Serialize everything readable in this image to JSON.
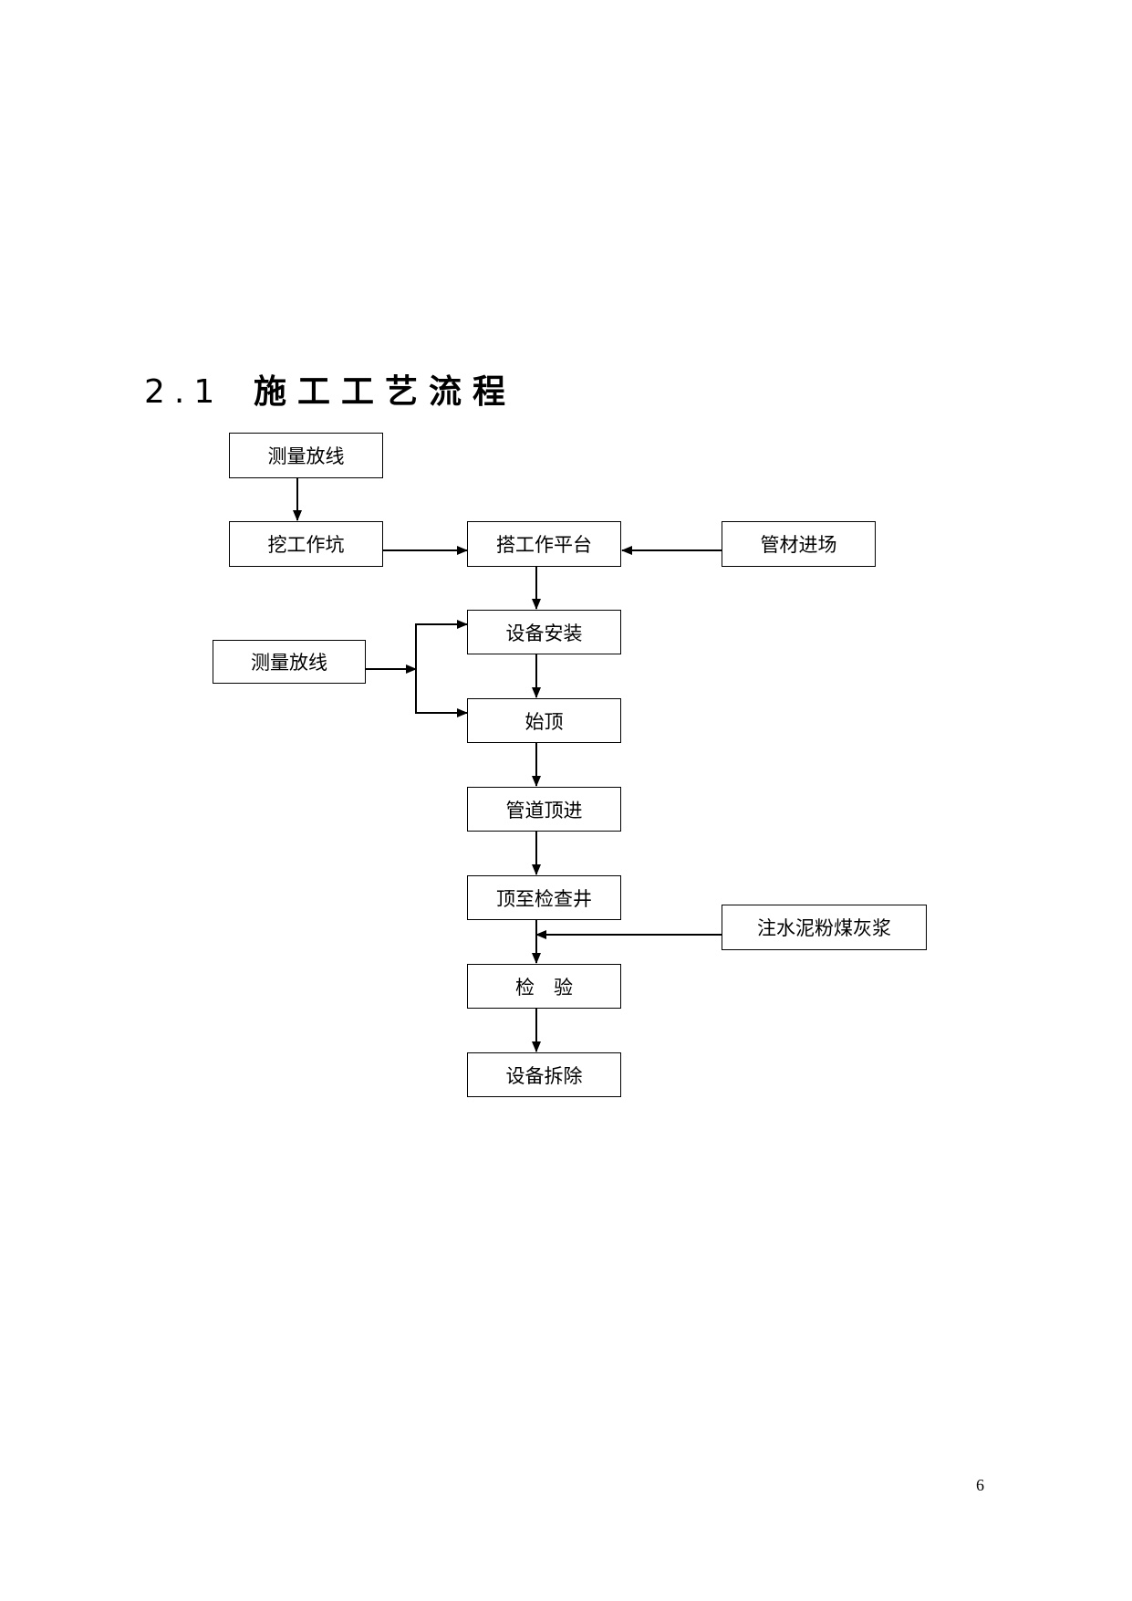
{
  "section": {
    "number": "2.1",
    "title": "施工工艺流程"
  },
  "flowchart": {
    "nodes": {
      "survey_top": "测量放线",
      "dig_pit": "挖工作坑",
      "platform": "搭工作平台",
      "pipe_arrival": "管材进场",
      "install": "设备安装",
      "survey_left": "测量放线",
      "start_jack": "始顶",
      "pipe_jacking": "管道顶进",
      "to_manhole": "顶至检查井",
      "grout": "注水泥粉煤灰浆",
      "inspect": "检　验",
      "dismantle": "设备拆除"
    }
  },
  "footer": {
    "page_number": "6"
  }
}
